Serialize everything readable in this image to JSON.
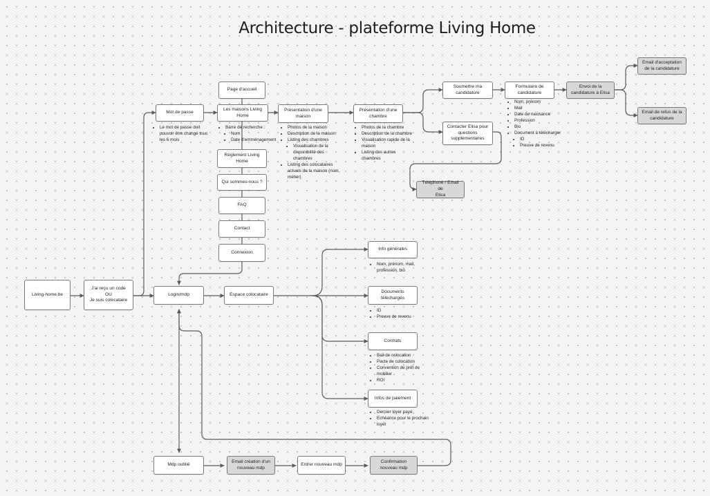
{
  "title": "Architecture - plateforme Living Home",
  "nodes": {
    "living_home": "Living-home.be",
    "recu_code": "J'ai reçu un code\nOU\nJe suis colocataire",
    "mot_de_passe": "Mot de passe",
    "login": "Login/mdp",
    "espace_coloc": "Espace colocataire",
    "page_accueil": "Page d'accueil",
    "maisons": "Les maisons Living\nHome",
    "reglement": "Règlement Living\nHome",
    "qui_sommes": "Qui sommes-nous ?",
    "faq": "FAQ",
    "contact": "Contact",
    "connexion": "Connexion",
    "presentation_maison": "Présentation d'une\nmaison",
    "presentation_chambre": "Présentation d'une\nchambre",
    "soumettre": "Soumettre ma\ncandidature",
    "formulaire": "Formulaire de\ncandidature",
    "envoi": "Envoi de la\ncandidature à Elisa",
    "email_acceptation": "Email d'acceptation\nde la candidature",
    "email_refus": "Email de refus de la\ncandidature",
    "contacter_elisa": "Contacter Elisa pour\nquestions\nsupplémentaires",
    "telephone": "Téléphone / Email de\nElisa",
    "info_generales": "Info générales",
    "documents": "Documents\ntéléchargés",
    "contrats": "Contrats",
    "infos_paiement": "Infos de paiement",
    "mdp_oublie": "Mdp oublié",
    "email_creation": "Email création d'un\nnouveau mdp",
    "entrer_mdp": "Entrer nouveau mdp",
    "confirmation": "Confirmation\nnouveau mdp"
  },
  "notes": {
    "mot_de_passe": [
      "Le mot de passe doit pouvoir être changé tous les 6 mois"
    ],
    "maisons": {
      "item": "Barre de recherche :",
      "sub": [
        "Nom",
        "Date d'emménagement"
      ]
    },
    "maison": {
      "items_before": [
        "Photos de la maison",
        "Description de la maison",
        "Listing des chambres"
      ],
      "sub": [
        "Visualisation de la disponibilité des chambres"
      ],
      "items_after": [
        "Listing des colocataires actuels de la maison (nom, métier)"
      ]
    },
    "chambre": [
      "Photos de la chambre",
      "Description de la chambre",
      "Visualisation rapide de la maison",
      "Listing des autres chambres"
    ],
    "formulaire": {
      "items": [
        "Nom, prénom",
        "Mail",
        "Date de naissance",
        "Profession",
        "Bio",
        "Document à télécharger"
      ],
      "sub": [
        "ID",
        "Preuve de revenu"
      ]
    },
    "info_generales": [
      "Nom, prénom, mail, profession, bio"
    ],
    "documents": [
      "ID",
      "Preuve de revenu"
    ],
    "contrats": [
      "Bail de colocation",
      "Pacte de colocation",
      "Convention de prêt de mobilier",
      "ROI"
    ],
    "paiement": [
      "Dernier loyer payé",
      "Echéance pour le prochain loyer"
    ]
  }
}
